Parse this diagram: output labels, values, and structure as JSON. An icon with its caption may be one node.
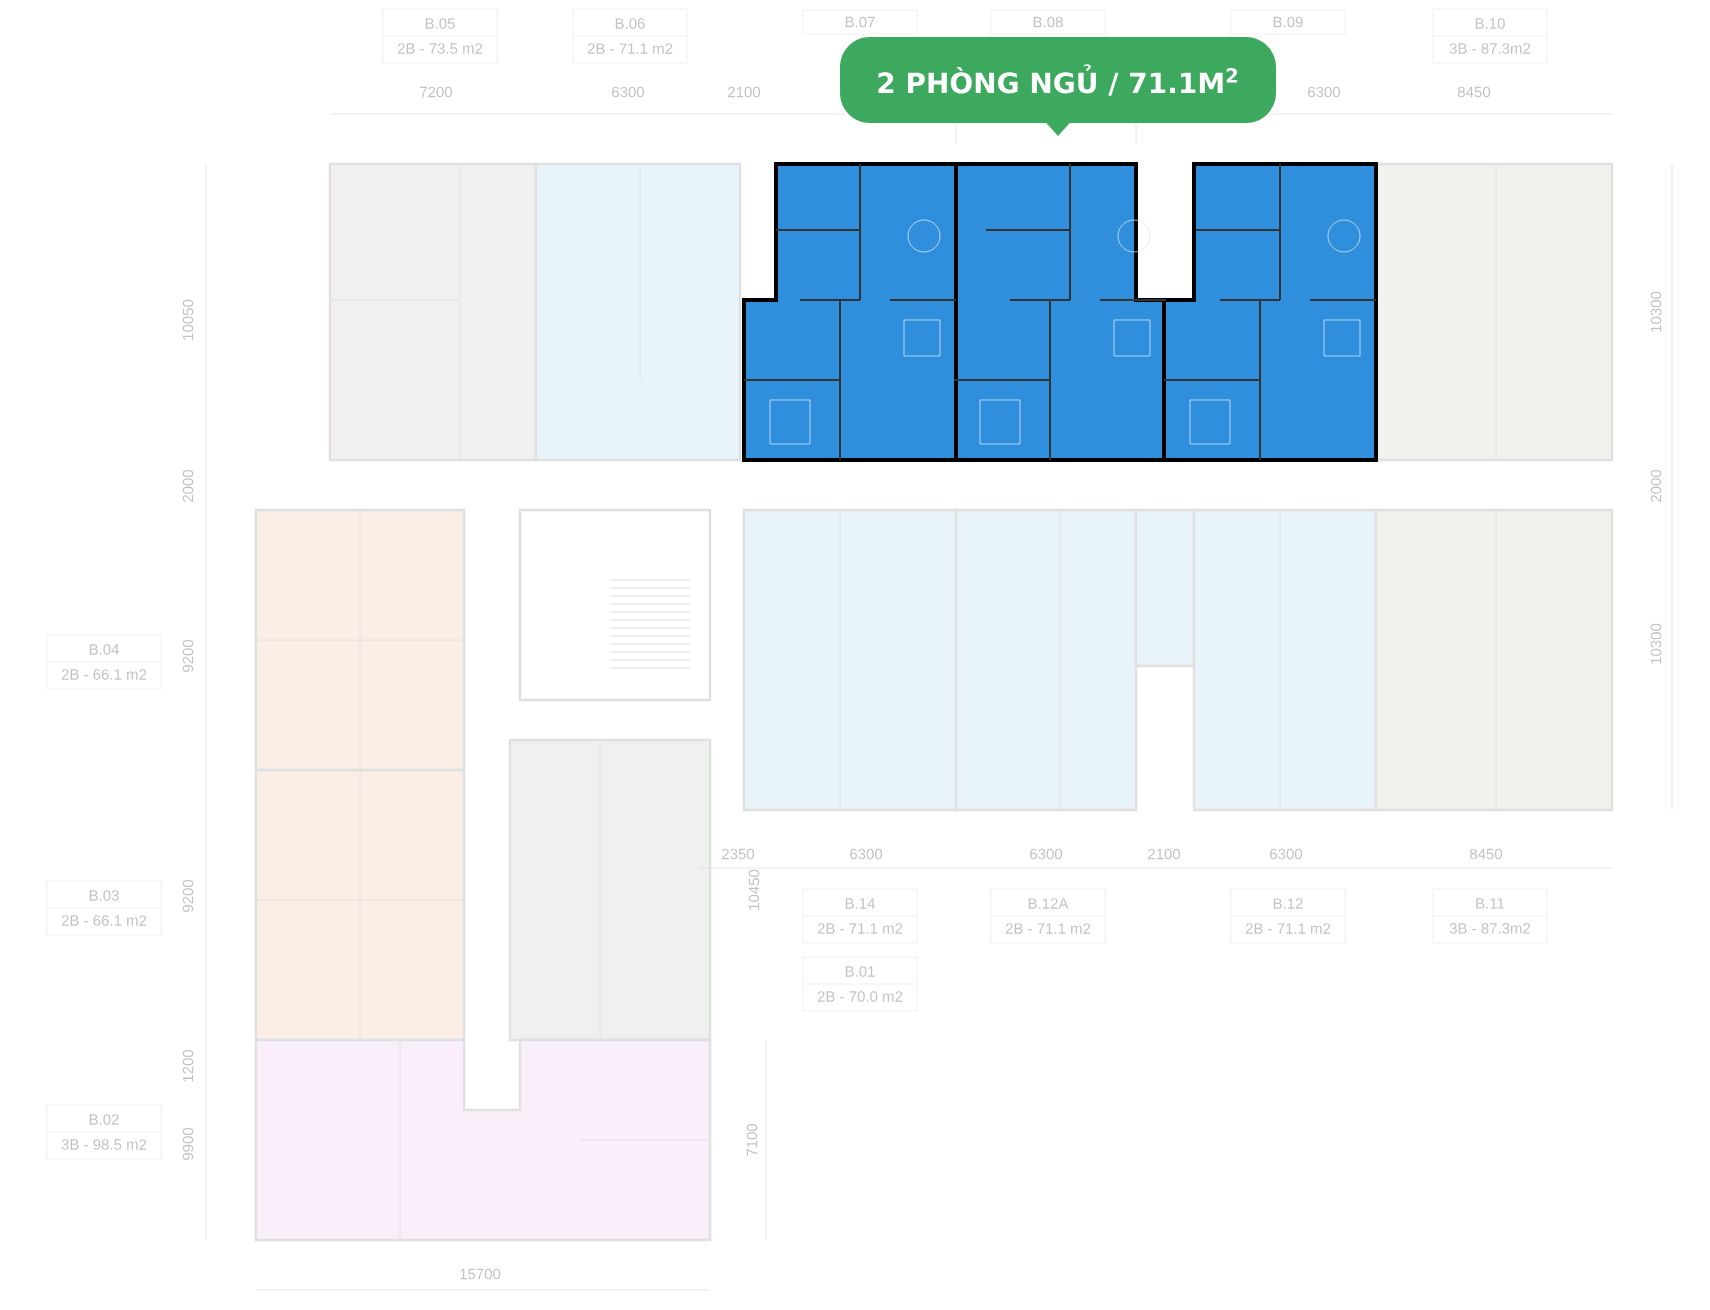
{
  "diagram": {
    "nodes": [
      {
        "text": [
          "B.05",
          "2B - 73.5 m2"
        ]
      },
      {
        "text": [
          "B.06",
          "2B - 71.1 m2"
        ]
      },
      {
        "text": [
          "B.07"
        ]
      },
      {
        "text": [
          "B.08"
        ]
      },
      {
        "text": [
          "B.09"
        ]
      },
      {
        "text": [
          "B.10",
          "3B - 87.3m2"
        ]
      },
      {
        "text": [
          "2 PHÒNG NGỦ / 71.1M$^{2}$"
        ]
      },
      {
        "text": [
          "B.04",
          "2B - 66.1 m2"
        ]
      },
      {
        "text": [
          "B.14",
          "2B - 71.1 m2"
        ]
      },
      {
        "text": [
          "B.12A",
          "2B - 71.1 m2"
        ]
      },
      {
        "text": [
          "B.12",
          "2B - 71.1 m2"
        ]
      },
      {
        "text": [
          "B.11",
          "3B - 87.3m2"
        ]
      },
      {
        "text": [
          "B.03",
          "2B - 66.1 m2"
        ]
      },
      {
        "text": [
          "B.01",
          "2B - 70.0 m2"
        ]
      },
      {
        "text": [
          "B.02",
          "3B - 98.5 m2"
        ]
      }
    ],
    "labels": [
      "7200",
      "6300",
      "2100",
      "6300",
      "8450",
      "10050",
      "10300",
      "2000",
      "2000",
      "9200",
      "10300",
      "9200",
      "2350",
      "6300",
      "6300",
      "2100",
      "6300",
      "8450",
      "10450",
      "1200",
      "9900",
      "7100",
      "15700"
    ]
  }
}
